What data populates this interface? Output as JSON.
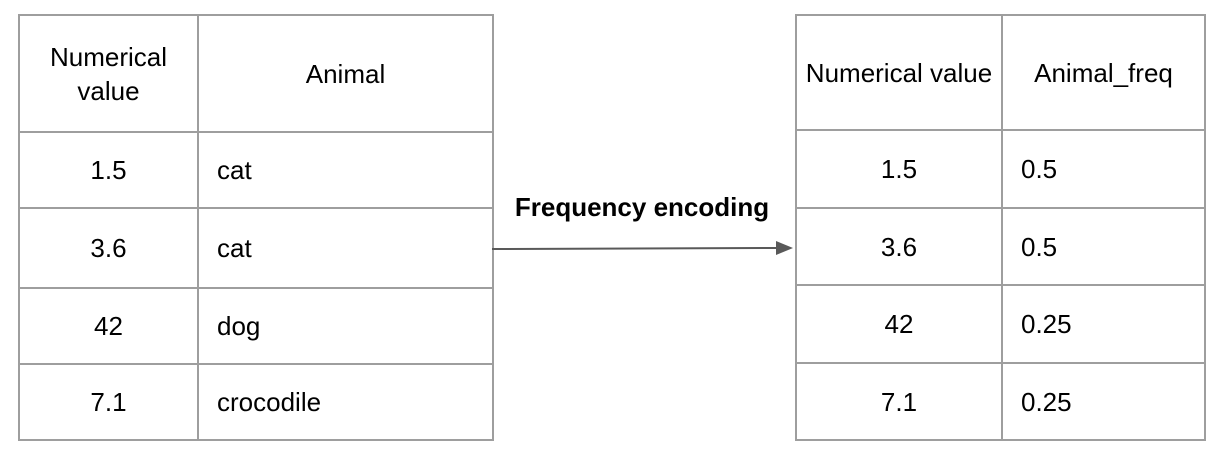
{
  "left_table": {
    "headers": [
      "Numerical value",
      "Animal"
    ],
    "rows": [
      [
        "1.5",
        "cat"
      ],
      [
        "3.6",
        "cat"
      ],
      [
        "42",
        "dog"
      ],
      [
        "7.1",
        "crocodile"
      ]
    ]
  },
  "arrow": {
    "label": "Frequency encoding"
  },
  "right_table": {
    "headers": [
      "Numerical value",
      "Animal_freq"
    ],
    "rows": [
      [
        "1.5",
        "0.5"
      ],
      [
        "3.6",
        "0.5"
      ],
      [
        "42",
        "0.25"
      ],
      [
        "7.1",
        "0.25"
      ]
    ]
  },
  "colors": {
    "border": "#9e9e9e",
    "arrow": "#595959"
  }
}
